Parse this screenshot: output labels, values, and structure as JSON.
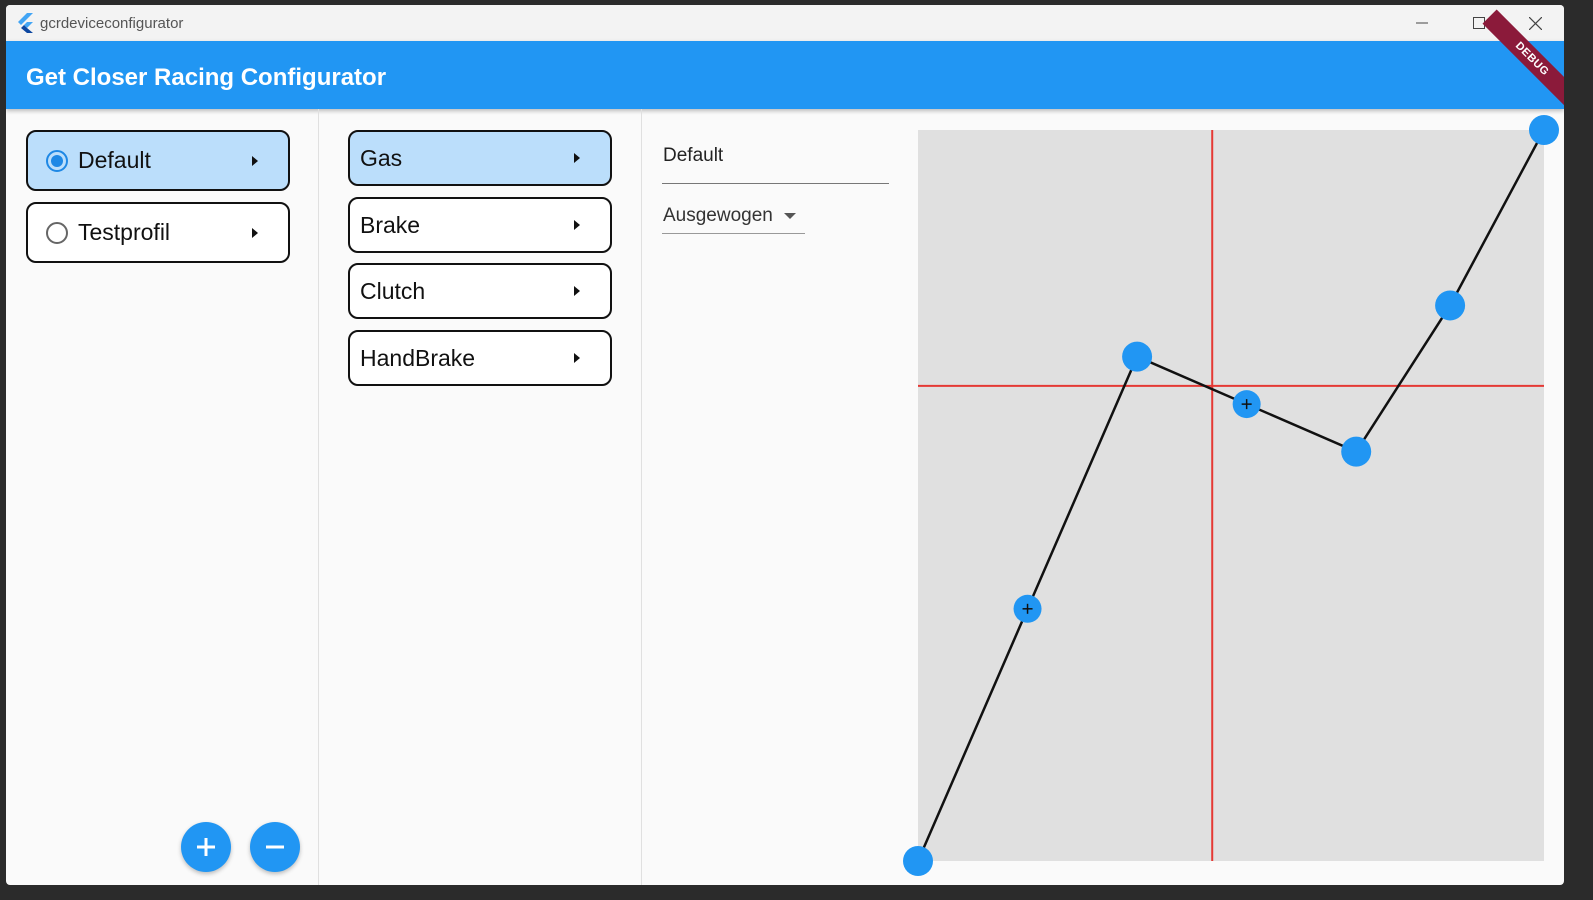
{
  "window": {
    "title": "gcrdeviceconfigurator"
  },
  "appbar": {
    "title": "Get Closer Racing Configurator",
    "debug_banner": "DEBUG"
  },
  "profiles": {
    "items": [
      {
        "label": "Default",
        "selected": true
      },
      {
        "label": "Testprofil",
        "selected": false
      }
    ],
    "add_icon": "plus-icon",
    "remove_icon": "minus-icon"
  },
  "inputs": {
    "items": [
      {
        "label": "Gas",
        "selected": true
      },
      {
        "label": "Brake",
        "selected": false
      },
      {
        "label": "Clutch",
        "selected": false
      },
      {
        "label": "HandBrake",
        "selected": false
      }
    ]
  },
  "editor": {
    "name_value": "Default",
    "mode_value": "Ausgewogen",
    "colors": {
      "accent": "#2196f3",
      "crosshair": "#e53935",
      "plot_bg": "#e0e0e0"
    }
  },
  "chart_data": {
    "type": "line",
    "x": [
      0,
      35,
      70,
      85,
      100
    ],
    "y": [
      0,
      69,
      56,
      76,
      100
    ],
    "xlim": [
      0,
      100
    ],
    "ylim": [
      0,
      100
    ],
    "midpoint_handles_x": [
      17.5,
      52.5,
      85
    ],
    "crosshair": {
      "x": 47,
      "y": 65
    },
    "grid": false
  }
}
